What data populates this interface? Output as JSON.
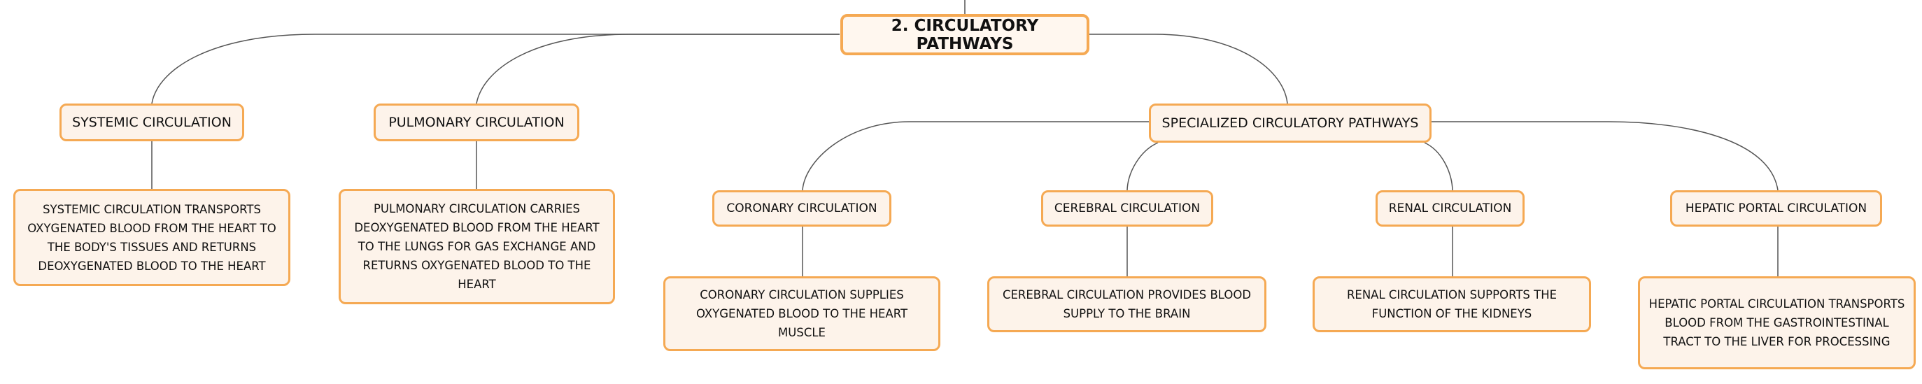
{
  "root": {
    "label": "2. CIRCULATORY PATHWAYS"
  },
  "systemic": {
    "label": "SYSTEMIC CIRCULATION",
    "description": "SYSTEMIC CIRCULATION TRANSPORTS OXYGENATED BLOOD FROM THE HEART TO THE BODY'S TISSUES AND RETURNS DEOXYGENATED BLOOD TO THE HEART"
  },
  "pulmonary": {
    "label": "PULMONARY CIRCULATION",
    "description": "PULMONARY CIRCULATION CARRIES DEOXYGENATED BLOOD FROM THE HEART TO THE LUNGS FOR GAS EXCHANGE AND RETURNS OXYGENATED BLOOD TO THE HEART"
  },
  "specialized": {
    "label": "SPECIALIZED CIRCULATORY PATHWAYS",
    "children": [
      {
        "label": "CORONARY CIRCULATION",
        "description": "CORONARY CIRCULATION SUPPLIES OXYGENATED BLOOD TO THE HEART MUSCLE"
      },
      {
        "label": "CEREBRAL CIRCULATION",
        "description": "CEREBRAL CIRCULATION PROVIDES BLOOD SUPPLY TO THE BRAIN"
      },
      {
        "label": "RENAL CIRCULATION",
        "description": "RENAL CIRCULATION SUPPORTS THE FUNCTION OF THE KIDNEYS"
      },
      {
        "label": "HEPATIC PORTAL CIRCULATION",
        "description": "HEPATIC PORTAL CIRCULATION TRANSPORTS BLOOD FROM THE GASTROINTESTINAL TRACT TO THE LIVER FOR PROCESSING"
      }
    ]
  }
}
